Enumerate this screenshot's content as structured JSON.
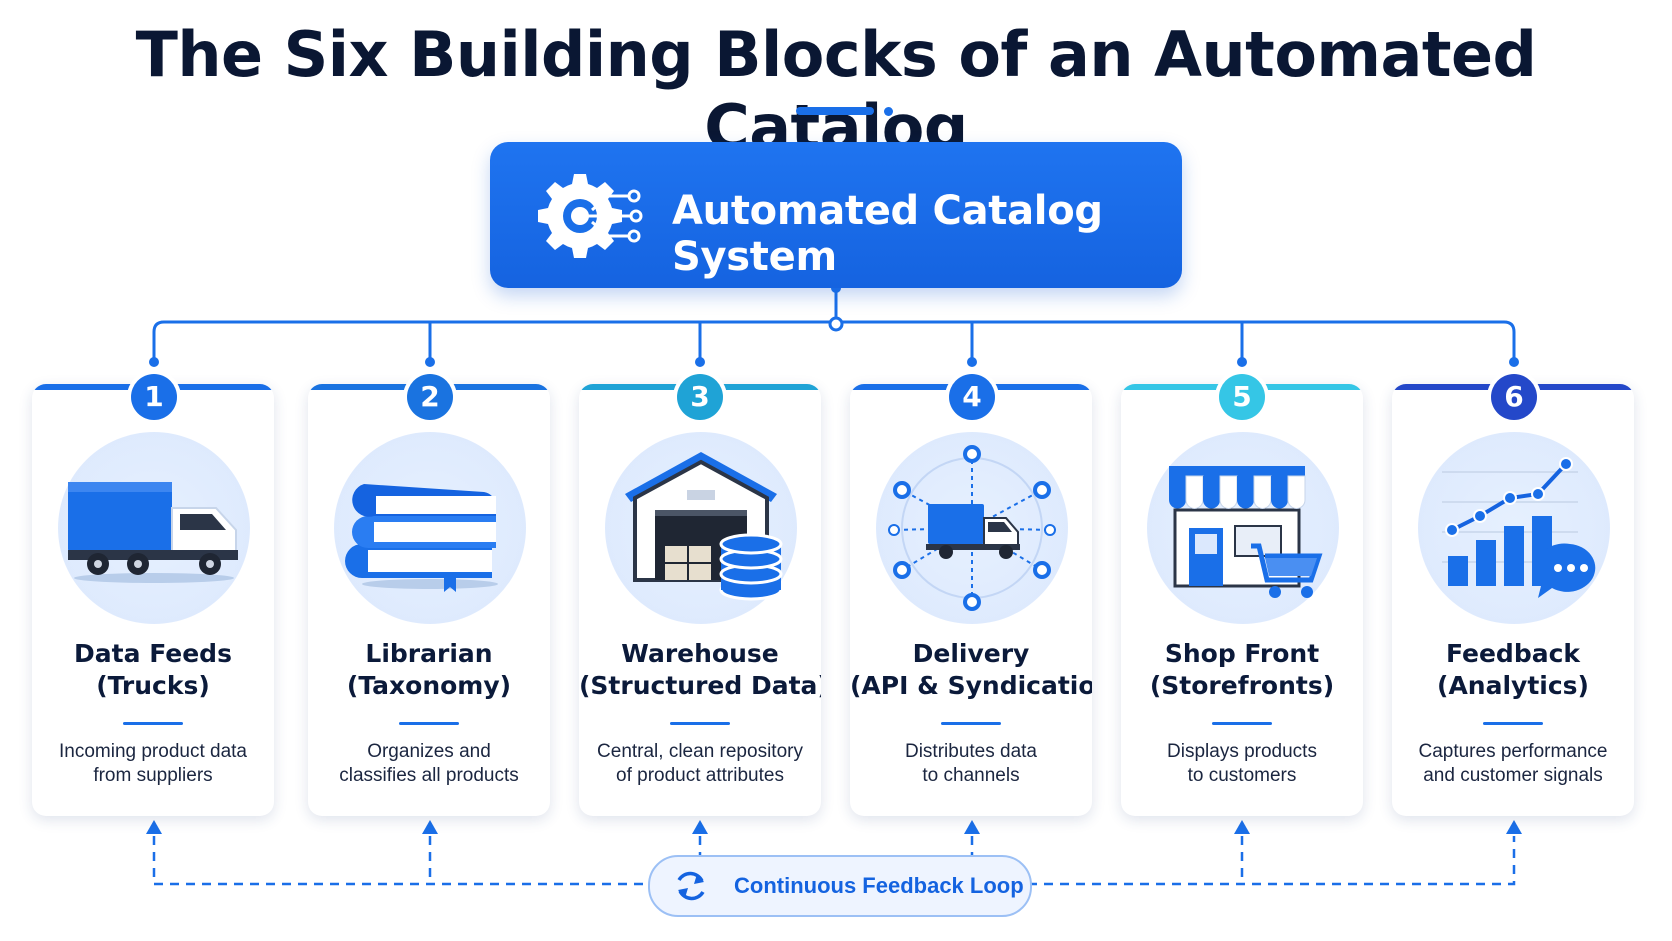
{
  "title": "The Six Building Blocks of an Automated Catalog",
  "hub": {
    "label": "Automated Catalog System",
    "icon": "gear-network-icon"
  },
  "colors": {
    "primary": "#1a6fe8",
    "title": "#0a1733",
    "teal": "#1fa3d6",
    "cyan": "#35c6e6",
    "indigo": "#2448c9"
  },
  "blocks": [
    {
      "number": "1",
      "title_line1": "Data Feeds",
      "title_line2": "(Trucks)",
      "desc_line1": "Incoming product data",
      "desc_line2": "from suppliers",
      "icon": "truck-icon",
      "accent": "#1a6fe8"
    },
    {
      "number": "2",
      "title_line1": "Librarian",
      "title_line2": "(Taxonomy)",
      "desc_line1": "Organizes and",
      "desc_line2": "classifies all products",
      "icon": "books-icon",
      "accent": "#1a73e0"
    },
    {
      "number": "3",
      "title_line1": "Warehouse",
      "title_line2": "(Structured Data)",
      "desc_line1": "Central, clean repository",
      "desc_line2": "of product attributes",
      "icon": "warehouse-icon",
      "accent": "#1fa3d6"
    },
    {
      "number": "4",
      "title_line1": "Delivery",
      "title_line2": "(API & Syndication)",
      "desc_line1": "Distributes data",
      "desc_line2": "to channels",
      "icon": "delivery-network-icon",
      "accent": "#1a6fe8"
    },
    {
      "number": "5",
      "title_line1": "Shop Front",
      "title_line2": "(Storefronts)",
      "desc_line1": "Displays products",
      "desc_line2": "to customers",
      "icon": "storefront-icon",
      "accent": "#35c6e6"
    },
    {
      "number": "6",
      "title_line1": "Feedback",
      "title_line2": "(Analytics)",
      "desc_line1": "Captures performance",
      "desc_line2": "and customer signals",
      "icon": "analytics-chart-icon",
      "accent": "#2448c9"
    }
  ],
  "feedback_loop": {
    "label": "Continuous Feedback Loop",
    "icon": "refresh-icon"
  }
}
